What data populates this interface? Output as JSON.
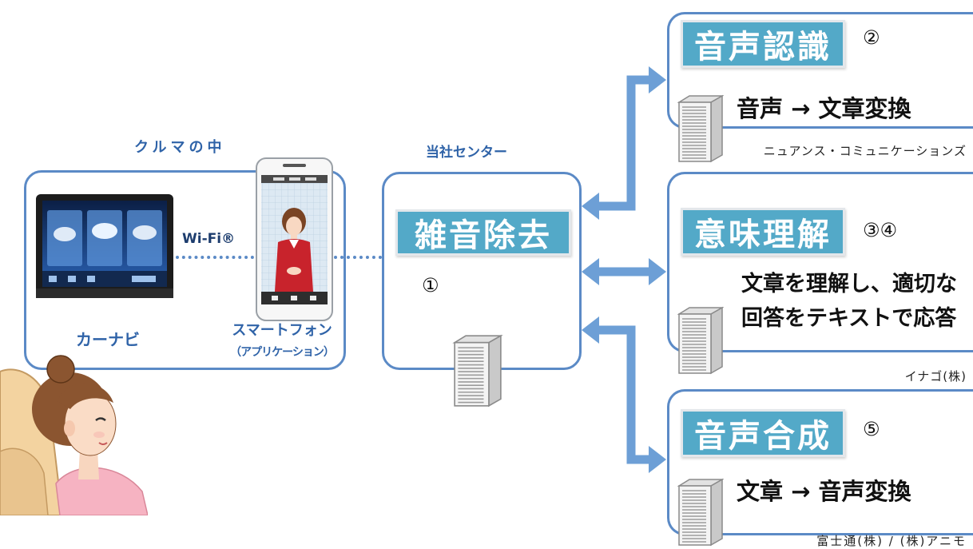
{
  "car_section": {
    "title": "クルマの中",
    "wifi_label": "Wi-Fi®",
    "car_nav_label": "カーナビ",
    "smartphone_label": "スマートフォン",
    "app_label": "（アプリケーション）"
  },
  "center": {
    "title": "当社センター",
    "process": "雑音除去",
    "step": "①"
  },
  "services": [
    {
      "process": "音声認識",
      "step": "②",
      "desc_lines": [
        "音声 → 文章変換"
      ],
      "provider": "ニュアンス・コミュニケーションズ"
    },
    {
      "process": "意味理解",
      "step": "③④",
      "desc_lines": [
        "文章を理解し、適切な",
        "回答をテキストで応答"
      ],
      "provider": "イナゴ(株)"
    },
    {
      "process": "音声合成",
      "step": "⑤",
      "desc_lines": [
        "文章 → 音声変換"
      ],
      "provider": "富士通(株) / (株)アニモ"
    }
  ],
  "colors": {
    "box_border": "#5b8ac6",
    "tab_fill": "#53a9c8",
    "arrow": "#6d9fd6",
    "label_blue": "#2f63a8"
  },
  "icons": [
    "car-navigation-icon",
    "smartphone-icon",
    "server-icon",
    "driver-illustration"
  ]
}
